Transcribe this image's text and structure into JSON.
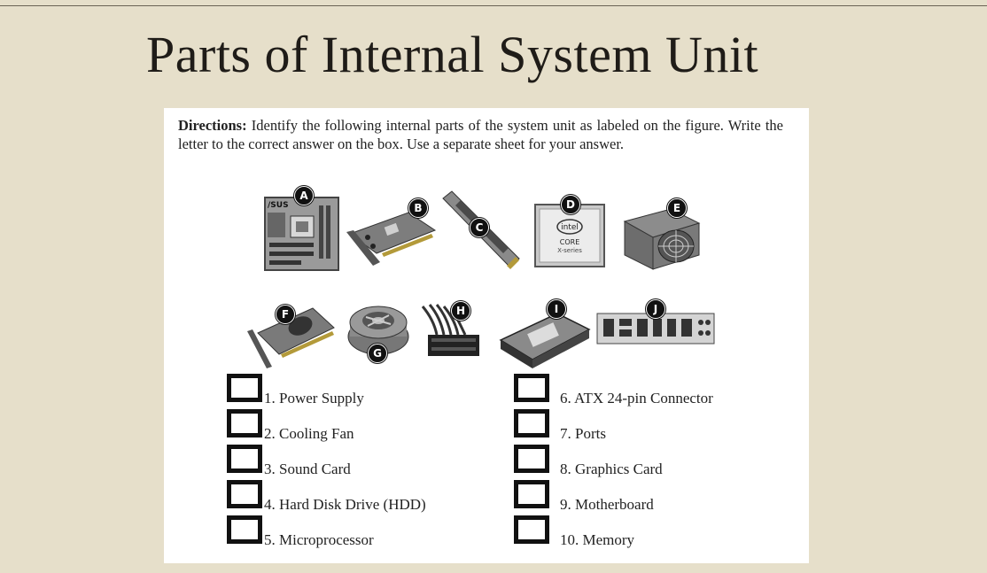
{
  "title": "Parts of Internal System Unit",
  "directions": {
    "label": "Directions:",
    "text": " Identify the following internal parts of the system unit as labeled on the figure. Write the letter to the correct answer on the box. Use a separate sheet for your answer."
  },
  "figure": {
    "labels": [
      "A",
      "B",
      "C",
      "D",
      "E",
      "F",
      "G",
      "H",
      "I",
      "J"
    ],
    "motherboard_brand": "/SUS",
    "cpu_brand": "intel",
    "cpu_line1": "CORE",
    "cpu_line2": "X-series"
  },
  "items": [
    "1. Power Supply",
    "2. Cooling Fan",
    "3. Sound Card",
    "4. Hard Disk Drive (HDD)",
    "5. Microprocessor",
    "6. ATX 24-pin Connector",
    "7. Ports",
    "8. Graphics Card",
    "9. Motherboard",
    "10. Memory"
  ]
}
